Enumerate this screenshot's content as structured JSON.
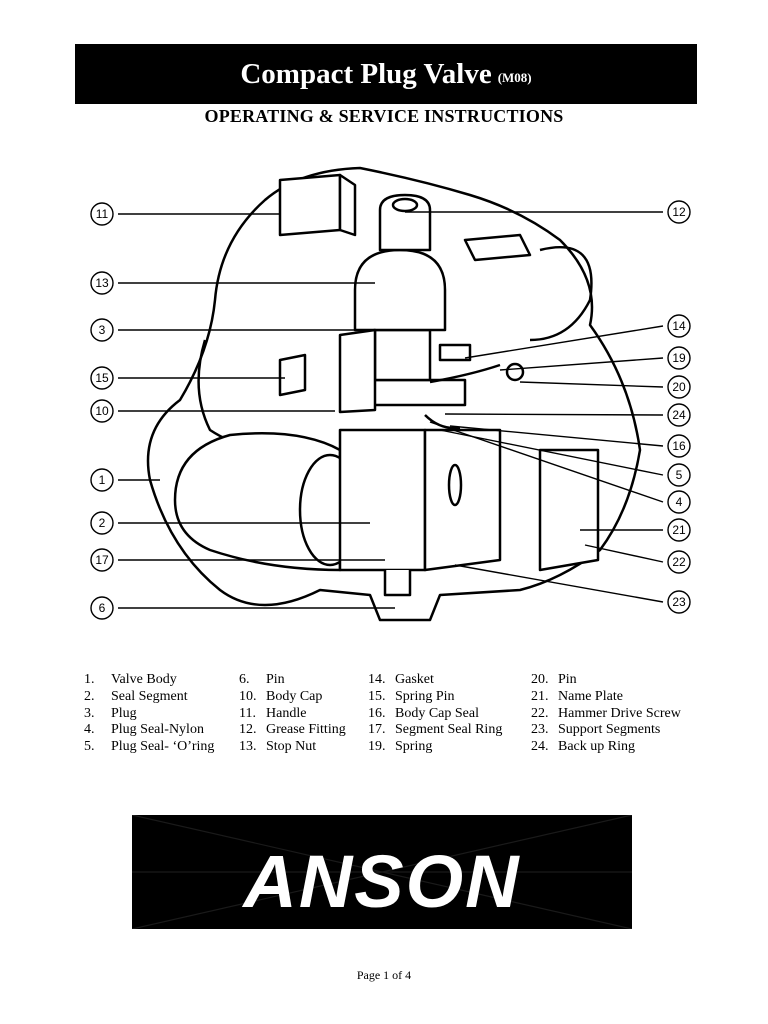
{
  "header": {
    "title": "Compact Plug Valve",
    "model_code": "(M08)",
    "subtitle": "OPERATING & SERVICE INSTRUCTIONS"
  },
  "diagram": {
    "callouts": [
      "11",
      "13",
      "3",
      "15",
      "10",
      "1",
      "2",
      "17",
      "6",
      "12",
      "14",
      "19",
      "20",
      "24",
      "16",
      "5",
      "4",
      "21",
      "22",
      "23"
    ]
  },
  "parts_list": {
    "columns": [
      [
        {
          "num": "1.",
          "name": "Valve Body"
        },
        {
          "num": "2.",
          "name": "Seal Segment"
        },
        {
          "num": "3.",
          "name": "Plug"
        },
        {
          "num": "4.",
          "name": "Plug Seal-Nylon"
        },
        {
          "num": "5.",
          "name": "Plug Seal- ‘O’ring"
        }
      ],
      [
        {
          "num": "6.",
          "name": "Pin"
        },
        {
          "num": "10.",
          "name": "Body Cap"
        },
        {
          "num": "11.",
          "name": "Handle"
        },
        {
          "num": "12.",
          "name": "Grease Fitting"
        },
        {
          "num": "13.",
          "name": "Stop Nut"
        }
      ],
      [
        {
          "num": "14.",
          "name": "Gasket"
        },
        {
          "num": "15.",
          "name": "Spring Pin"
        },
        {
          "num": "16.",
          "name": "Body Cap Seal"
        },
        {
          "num": "17.",
          "name": "Segment Seal Ring"
        },
        {
          "num": "19.",
          "name": "Spring"
        }
      ],
      [
        {
          "num": "20.",
          "name": "Pin"
        },
        {
          "num": "21.",
          "name": "Name Plate"
        },
        {
          "num": "22.",
          "name": "Hammer Drive Screw"
        },
        {
          "num": "23.",
          "name": "Support Segments"
        },
        {
          "num": "24.",
          "name": "Back up Ring"
        }
      ]
    ]
  },
  "logo": {
    "text": "ANSON"
  },
  "footer": {
    "page": "Page 1 of 4"
  }
}
